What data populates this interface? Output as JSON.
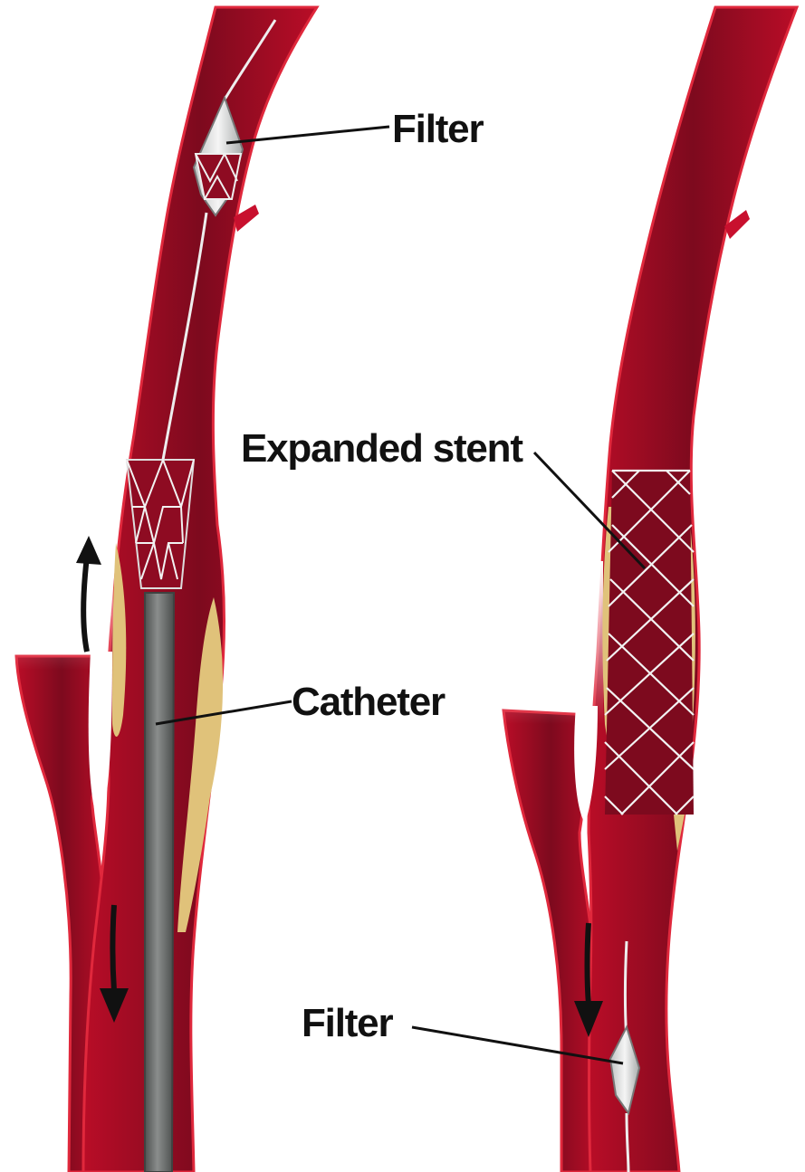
{
  "labels": {
    "filter_top": "Filter",
    "expanded_stent": "Expanded stent",
    "catheter": "Catheter",
    "filter_bottom": "Filter"
  },
  "colors": {
    "artery_outer": "#c8102e",
    "artery_inner": "#8e0b22",
    "artery_edge": "#e0283c",
    "plaque": "#e0c27a",
    "catheter": "#6f7271",
    "catheter_edge": "#3f4241",
    "stent": "#f2f2f2",
    "label_text": "#111111"
  },
  "icons": [
    "up-arrow-icon",
    "down-arrow-icon",
    "stent-mesh-icon",
    "filter-basket-icon"
  ]
}
